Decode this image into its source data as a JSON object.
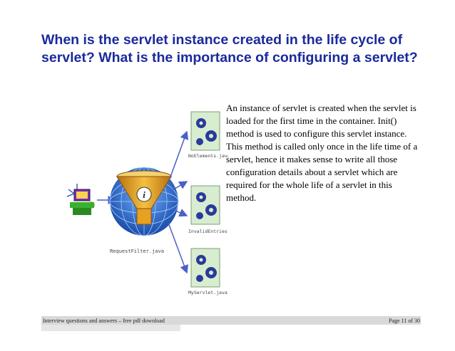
{
  "slide": {
    "title": "When is the servlet instance created in the life cycle of servlet? What is the importance of configuring a servlet?",
    "body": "An instance of servlet is created when the servlet is loaded for the first time in the container. Init() method is used to configure this servlet instance. This method is called only once in the life time of a servlet, hence it makes sense to write all those configuration details about a servlet which are required for the whole life of a servlet in this method."
  },
  "diagram": {
    "filter_label": "RequestFilter.java",
    "file_labels": [
      "NoElements.java",
      "InvalidEntries.java",
      "MyServlet.java"
    ],
    "filter_icon": "info-icon",
    "client_icon": "person-at-computer-icon",
    "colors": {
      "funnel": "#e8a020",
      "arrow": "#4a5fc8",
      "globe": "#2a6acc",
      "file_bg": "#d8ecd0",
      "gear": "#2a3a9a"
    }
  },
  "footer": {
    "left": "Interview questions and answers – free pdf download",
    "right": "Page 11 of 30"
  }
}
